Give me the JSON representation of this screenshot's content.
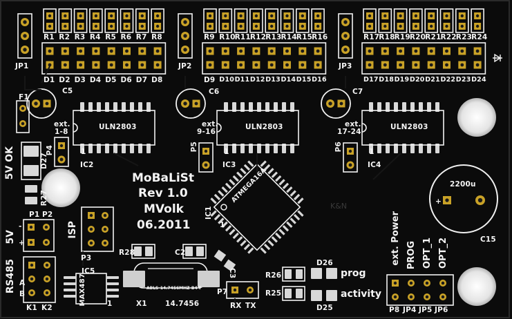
{
  "title_block": {
    "project": "MoBaLiSt",
    "revision": "Rev 1.0",
    "author": "MVolk",
    "date": "06.2011"
  },
  "ic_labels": {
    "driver_chip": "ULN2803",
    "mcu_chip": "ATMEGA16A",
    "mcu_ref": "IC1",
    "ic2": "IC2",
    "ic3": "IC3",
    "ic4": "IC4",
    "ic5_top": "IC5",
    "ic5_part": "MAX487"
  },
  "resistors_group1": [
    "R1",
    "R2",
    "R3",
    "R4",
    "R5",
    "R6",
    "R7",
    "R8"
  ],
  "resistors_group2": [
    "R9",
    "R10",
    "R11",
    "R12",
    "R13",
    "R14",
    "R15",
    "R16"
  ],
  "resistors_group3": [
    "R17",
    "R18",
    "R19",
    "R20",
    "R21",
    "R22",
    "R23",
    "R24"
  ],
  "leds_group1": [
    "D1",
    "D2",
    "D3",
    "D4",
    "D5",
    "D6",
    "D7",
    "D8"
  ],
  "leds_group2": [
    "D9",
    "D10",
    "D11",
    "D12",
    "D13",
    "D14",
    "D15",
    "D16"
  ],
  "leds_group3": [
    "D17",
    "D18",
    "D19",
    "D20",
    "D21",
    "D22",
    "D23",
    "D24"
  ],
  "jumpers": {
    "jp1": "JP1",
    "jp2": "JP2",
    "jp3": "JP3"
  },
  "caps": {
    "c5": "C5",
    "c6": "C6",
    "c7": "C7",
    "c15": "C15",
    "c15_value": "2200u",
    "c2": "C2",
    "c3": "C3"
  },
  "ext_headers": {
    "p4": "P4",
    "p4_text": "ext.",
    "p4_range": "1-8",
    "p5": "P5",
    "p5_text": "ext.",
    "p5_range": "9-16",
    "p6": "P6",
    "p6_text": "ext.",
    "p6_range": "17-24"
  },
  "power": {
    "f1": "F1",
    "ok_text": "5V OK",
    "d27": "D27",
    "r27": "R27",
    "p1": "P1",
    "p2": "P2",
    "five_v": "5V",
    "plus": "+",
    "minus": "-"
  },
  "isp": {
    "label": "ISP",
    "p3": "P3"
  },
  "rs485": {
    "label": "RS485",
    "k1": "K1",
    "k2": "K2",
    "a": "A",
    "b": "B"
  },
  "crystal": {
    "x1": "X1",
    "freq": "14.7456",
    "silk": "ABLS-14.7456MHZ-B4-T",
    "r28": "R28"
  },
  "serial": {
    "p7": "P7",
    "rx": "RX",
    "tx": "TX"
  },
  "status_leds": {
    "r26": "R26",
    "r25": "R25",
    "d26": "D26",
    "d25": "D25",
    "prog": "prog",
    "activity": "activity"
  },
  "option_jumpers": {
    "labels": [
      "ext. Power",
      "PROG",
      "OPT_1",
      "OPT_2"
    ],
    "refs": [
      "P8",
      "JP4",
      "JP5",
      "JP6"
    ]
  },
  "pin_one": "1",
  "logo_text": "K&N"
}
